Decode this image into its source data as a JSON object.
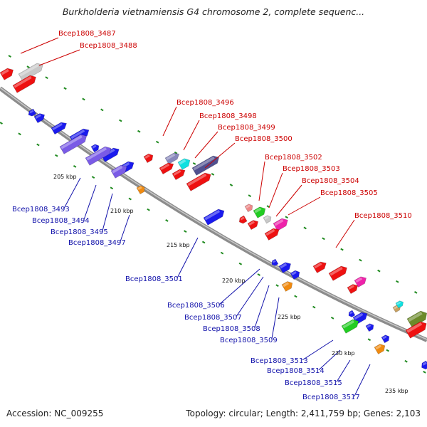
{
  "title": "Burkholderia vietnamiensis G4 chromosome 2, complete sequenc...",
  "footer": {
    "accession": "Accession: NC_009255",
    "summary": "Topology: circular; Length: 2,411,759 bp; Genes: 2,103"
  },
  "colors": {
    "top_strand_labels": "#cc0000",
    "bottom_strand_labels": "#1111aa",
    "backbone": "#8c8c8c"
  },
  "ticks": [
    "205 kbp",
    "210 kbp",
    "215 kbp",
    "220 kbp",
    "225 kbp",
    "230 kbp",
    "235 kbp"
  ],
  "top_labels": [
    "Bcep1808_3487",
    "Bcep1808_3488",
    "Bcep1808_3496",
    "Bcep1808_3498",
    "Bcep1808_3499",
    "Bcep1808_3500",
    "Bcep1808_3502",
    "Bcep1808_3503",
    "Bcep1808_3504",
    "Bcep1808_3505",
    "Bcep1808_3510"
  ],
  "bottom_labels": [
    "Bcep1808_3493",
    "Bcep1808_3494",
    "Bcep1808_3495",
    "Bcep1808_3497",
    "Bcep1808_3501",
    "Bcep1808_3506",
    "Bcep1808_3507",
    "Bcep1808_3508",
    "Bcep1808_3509",
    "Bcep1808_3513",
    "Bcep1808_3514",
    "Bcep1808_3515",
    "Bcep1808_3517"
  ]
}
